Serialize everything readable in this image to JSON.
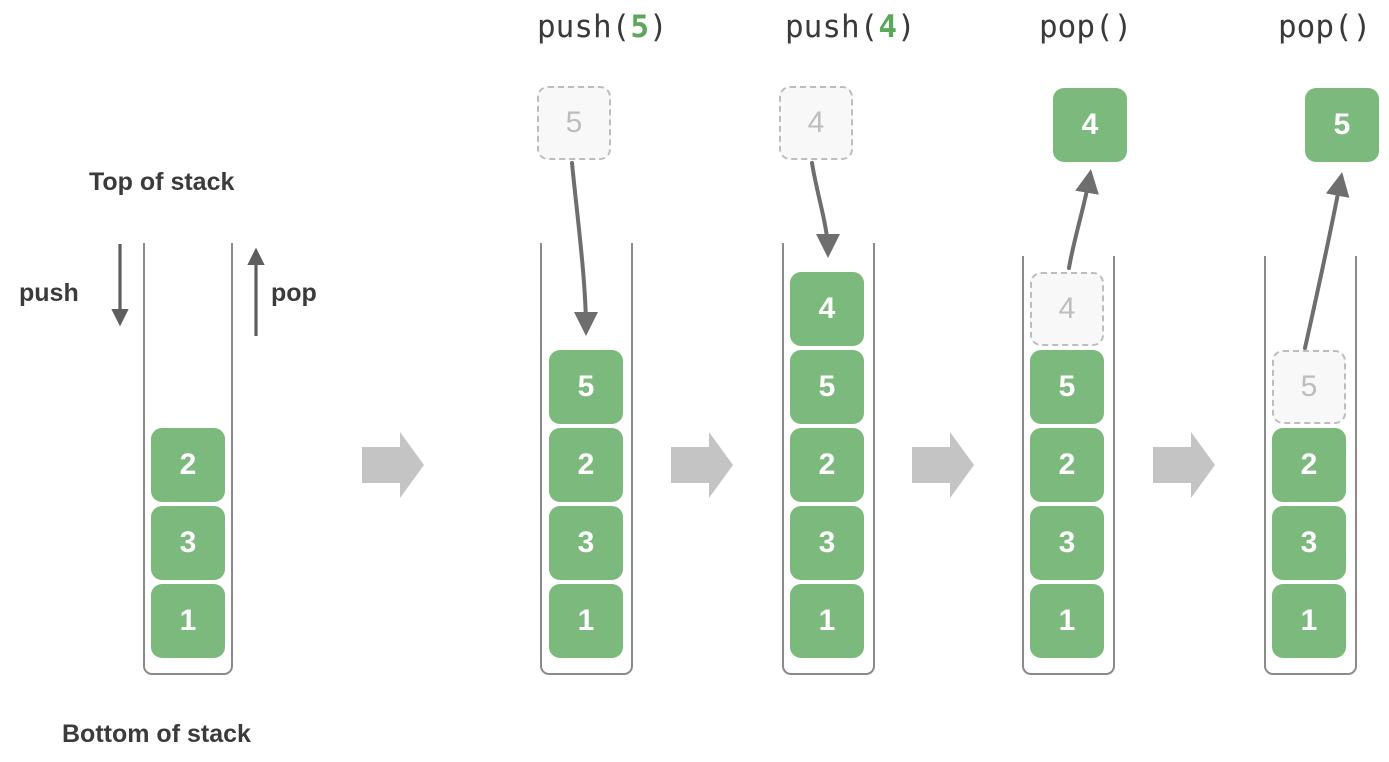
{
  "diagram": {
    "title_labels": {
      "top_of_stack": "Top of stack",
      "bottom_of_stack": "Bottom of stack",
      "push": "push",
      "pop": "pop"
    },
    "colors": {
      "cell_fill": "#7CB97C",
      "cell_text": "#ffffff",
      "ghost_fill": "#f8f8f8",
      "ghost_border": "#bdbdbd",
      "ghost_text": "#bdbdbd",
      "arrow_gray": "#6e6e6e",
      "flow_arrow": "#c4c4c4",
      "wall": "#8a8a8a",
      "label_text": "#3a3a3a",
      "arg_green": "#5CA75C"
    },
    "step_labels": [
      {
        "name": "push",
        "open": "push(",
        "arg": "5",
        "close": ")"
      },
      {
        "name": "push",
        "open": "push(",
        "arg": "4",
        "close": ")"
      },
      {
        "name": "pop",
        "open": "pop(",
        "arg": "",
        "close": ")"
      },
      {
        "name": "pop",
        "open": "pop(",
        "arg": "",
        "close": ")"
      }
    ],
    "stacks": [
      {
        "id": "initial",
        "caption": "",
        "cells": [
          {
            "value": "2",
            "state": "filled"
          },
          {
            "value": "3",
            "state": "filled"
          },
          {
            "value": "1",
            "state": "filled"
          }
        ]
      },
      {
        "id": "after-push-5",
        "caption": "push(5)",
        "incoming": {
          "value": "5",
          "state": "ghost",
          "direction": "down"
        },
        "cells": [
          {
            "value": "5",
            "state": "filled"
          },
          {
            "value": "2",
            "state": "filled"
          },
          {
            "value": "3",
            "state": "filled"
          },
          {
            "value": "1",
            "state": "filled"
          }
        ]
      },
      {
        "id": "after-push-4",
        "caption": "push(4)",
        "incoming": {
          "value": "4",
          "state": "ghost",
          "direction": "down"
        },
        "cells": [
          {
            "value": "4",
            "state": "filled"
          },
          {
            "value": "5",
            "state": "filled"
          },
          {
            "value": "2",
            "state": "filled"
          },
          {
            "value": "3",
            "state": "filled"
          },
          {
            "value": "1",
            "state": "filled"
          }
        ]
      },
      {
        "id": "after-pop-4",
        "caption": "pop()",
        "outgoing": {
          "value": "4",
          "state": "filled",
          "direction": "up"
        },
        "cells": [
          {
            "value": "4",
            "state": "ghost"
          },
          {
            "value": "5",
            "state": "filled"
          },
          {
            "value": "2",
            "state": "filled"
          },
          {
            "value": "3",
            "state": "filled"
          },
          {
            "value": "1",
            "state": "filled"
          }
        ]
      },
      {
        "id": "after-pop-5",
        "caption": "pop()",
        "outgoing": {
          "value": "5",
          "state": "filled",
          "direction": "up"
        },
        "cells": [
          {
            "value": "5",
            "state": "ghost"
          },
          {
            "value": "2",
            "state": "filled"
          },
          {
            "value": "3",
            "state": "filled"
          },
          {
            "value": "1",
            "state": "filled"
          }
        ]
      }
    ]
  }
}
